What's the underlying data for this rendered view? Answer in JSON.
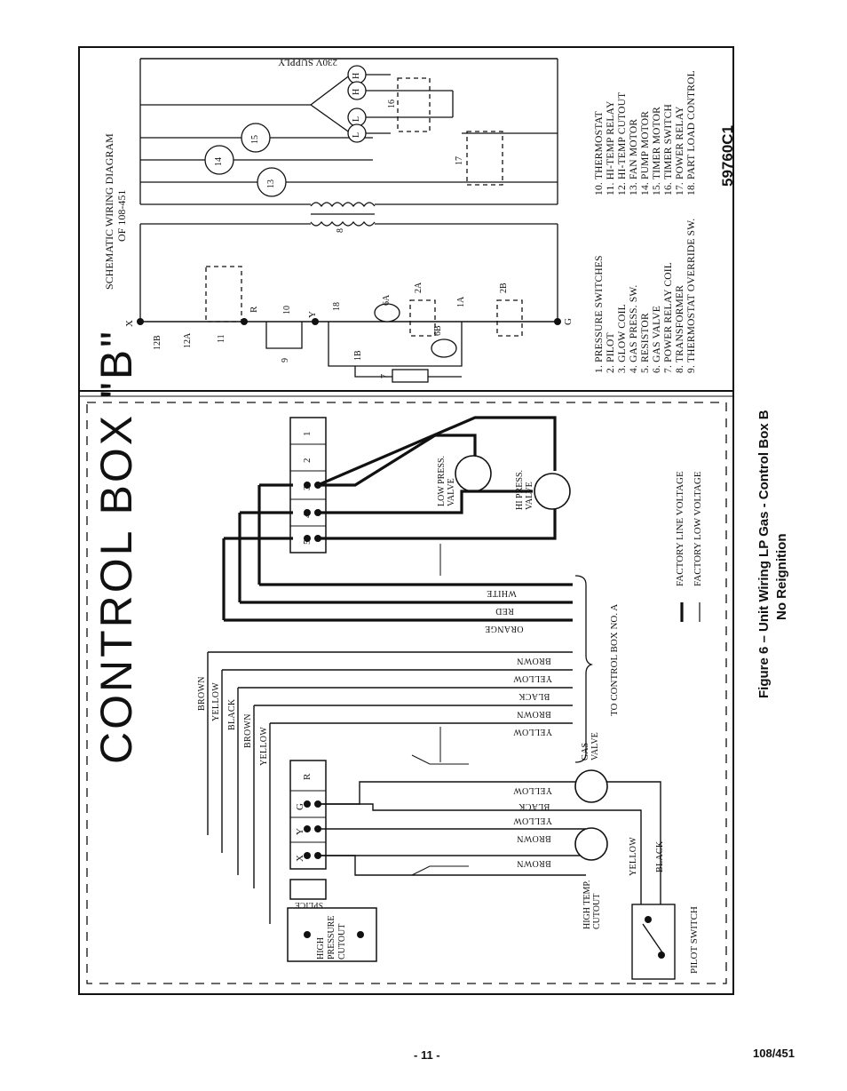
{
  "figure": {
    "caption": "Figure 6 – Unit Wiring LP Gas - Control Box B",
    "subcaption": "No Reignition",
    "page_number": "- 11 -",
    "doc_number": "108/451"
  },
  "schematic": {
    "title_line1": "SCHEMATIC WIRING DIAGRAM",
    "title_line2": "OF 108-451",
    "supply": "230V SUPPLY",
    "drawing_number": "59760C1",
    "terminals": {
      "x": "X",
      "r": "R",
      "y": "Y",
      "g": "G"
    },
    "element_labels": [
      "12B",
      "12A",
      "11",
      "10",
      "9",
      "18",
      "6A",
      "6B",
      "1B",
      "1A",
      "2A",
      "2B",
      "7",
      "8",
      "13",
      "14",
      "15",
      "16",
      "17",
      "H",
      "H",
      "L",
      "L"
    ],
    "legend": [
      "1. PRESSURE SWITCHES",
      "2. PILOT",
      "3. GLOW COIL",
      "4. GAS PRESS. SW.",
      "5. RESISTOR",
      "6. GAS VALVE",
      "7. POWER RELAY COIL",
      "8. TRANSFORMER",
      "9. THERMOSTAT OVERRIDE SW.",
      "10. THERMOSTAT",
      "11. HI-TEMP RELAY",
      "12. HI-TEMP CUTOUT",
      "13. FAN MOTOR",
      "14. PUMP MOTOR",
      "15. TIMER MOTOR",
      "16. TIMER SWITCH",
      "17. POWER RELAY",
      "18. PART LOAD CONTROL"
    ]
  },
  "control_box": {
    "title": "CONTROL BOX \"B\"",
    "upper_terminals": [
      "1",
      "2",
      "3",
      "4",
      "5"
    ],
    "lower_terminals": [
      "R",
      "G",
      "Y",
      "X"
    ],
    "wire_colors_top": [
      "WHITE",
      "RED",
      "ORANGE"
    ],
    "wire_colors_box_a": [
      "BROWN",
      "YELLOW",
      "BLACK",
      "BROWN",
      "YELLOW"
    ],
    "wire_colors_left": [
      "BROWN",
      "YELLOW",
      "BLACK",
      "BROWN",
      "YELLOW"
    ],
    "wire_colors_lower": [
      "YELLOW",
      "BLACK",
      "YELLOW",
      "BROWN",
      "BROWN"
    ],
    "to_control_box": "TO CONTROL BOX NO. A",
    "low_press_valve": "LOW PRESS. VALVE",
    "hi_press_valve": "HI PRESS. VALVE",
    "gas_valve": "GAS VALVE",
    "high_temp_cutout": "HIGH TEMP. CUTOUT",
    "pilot_switch": "PILOT SWITCH",
    "pilot_wires": [
      "YELLOW",
      "BLACK"
    ],
    "splice": "SPLICE",
    "high_pressure_cutout": [
      "HIGH",
      "PRESSURE",
      "CUTOUT"
    ],
    "line_legend": [
      "FACTORY LINE VOLTAGE",
      "FACTORY LOW VOLTAGE"
    ]
  }
}
